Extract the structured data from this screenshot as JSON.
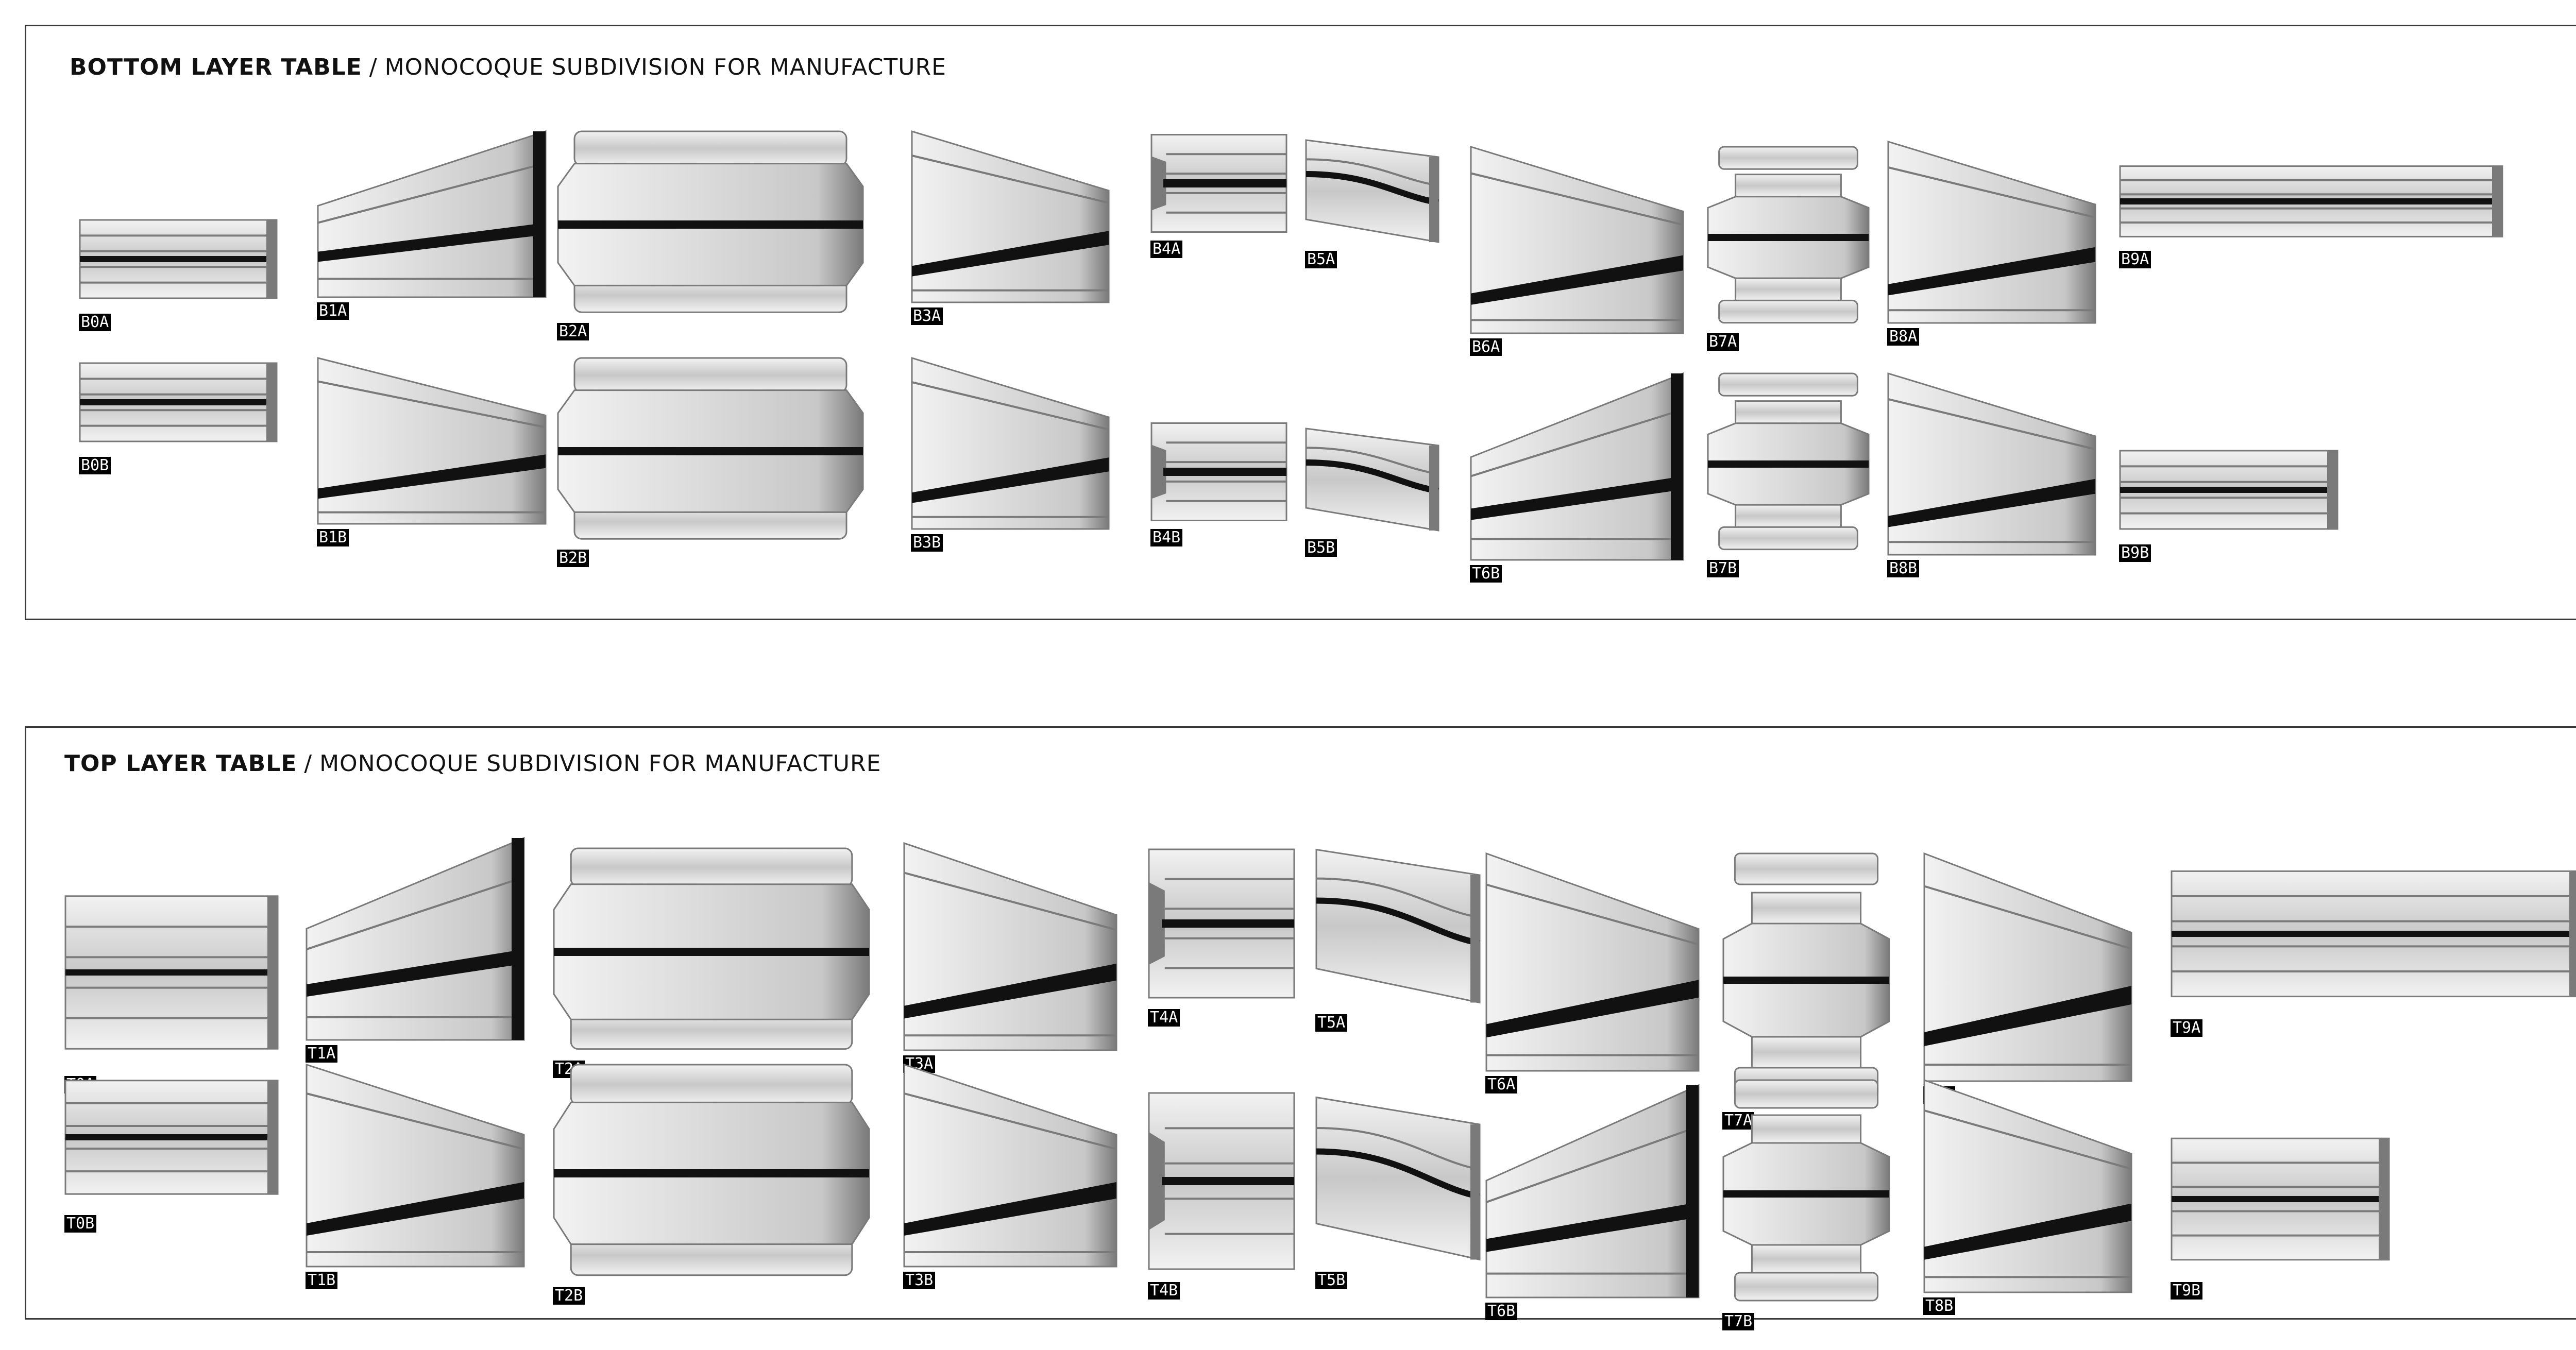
{
  "bottom_table": {
    "title_bold": "BOTTOM LAYER TABLE",
    "separator": "/",
    "title_rest": "MONOCOQUE SUBDIVISION FOR MANUFACTURE",
    "pieces": [
      {
        "label": "B0A",
        "shape": "straight"
      },
      {
        "label": "B1A",
        "shape": "taper-up"
      },
      {
        "label": "B2A",
        "shape": "bulge"
      },
      {
        "label": "B3A",
        "shape": "taper-down"
      },
      {
        "label": "B4A",
        "shape": "notch"
      },
      {
        "label": "B5A",
        "shape": "bend"
      },
      {
        "label": "B6A",
        "shape": "taper-down"
      },
      {
        "label": "B7A",
        "shape": "column"
      },
      {
        "label": "B8A",
        "shape": "taper-down"
      },
      {
        "label": "B9A",
        "shape": "long"
      },
      {
        "label": "B0B",
        "shape": "straight"
      },
      {
        "label": "B1B",
        "shape": "taper-down"
      },
      {
        "label": "B2B",
        "shape": "bulge"
      },
      {
        "label": "B3B",
        "shape": "taper-down"
      },
      {
        "label": "B4B",
        "shape": "notch"
      },
      {
        "label": "B5B",
        "shape": "bend"
      },
      {
        "label": "T6B",
        "shape": "taper-up"
      },
      {
        "label": "B7B",
        "shape": "column"
      },
      {
        "label": "B8B",
        "shape": "taper-down"
      },
      {
        "label": "B9B",
        "shape": "straight"
      }
    ]
  },
  "top_table": {
    "title_bold": "TOP LAYER TABLE",
    "separator": "/",
    "title_rest": "MONOCOQUE SUBDIVISION FOR MANUFACTURE",
    "pieces": [
      {
        "label": "T0A",
        "shape": "straight"
      },
      {
        "label": "T1A",
        "shape": "taper-up"
      },
      {
        "label": "T2A",
        "shape": "bulge"
      },
      {
        "label": "T3A",
        "shape": "taper-down"
      },
      {
        "label": "T4A",
        "shape": "notch"
      },
      {
        "label": "T5A",
        "shape": "bend"
      },
      {
        "label": "T6A",
        "shape": "taper-down"
      },
      {
        "label": "T7A",
        "shape": "column"
      },
      {
        "label": "T8A",
        "shape": "taper-down"
      },
      {
        "label": "T9A",
        "shape": "long"
      },
      {
        "label": "T0B",
        "shape": "straight"
      },
      {
        "label": "T1B",
        "shape": "taper-down"
      },
      {
        "label": "T2B",
        "shape": "bulge"
      },
      {
        "label": "T3B",
        "shape": "taper-down"
      },
      {
        "label": "T4B",
        "shape": "notch"
      },
      {
        "label": "T5B",
        "shape": "bend"
      },
      {
        "label": "T6B",
        "shape": "taper-up"
      },
      {
        "label": "T7B",
        "shape": "column"
      },
      {
        "label": "T8B",
        "shape": "taper-down"
      },
      {
        "label": "T9B",
        "shape": "straight"
      }
    ]
  },
  "colors": {
    "surface_light": "#f2f2f2",
    "surface_mid": "#c8c8c8",
    "surface_dark": "#7a7a7a",
    "groove": "#111111",
    "label_bg": "#000000",
    "label_text": "#ffffff",
    "frame": "#3a3a3a"
  }
}
